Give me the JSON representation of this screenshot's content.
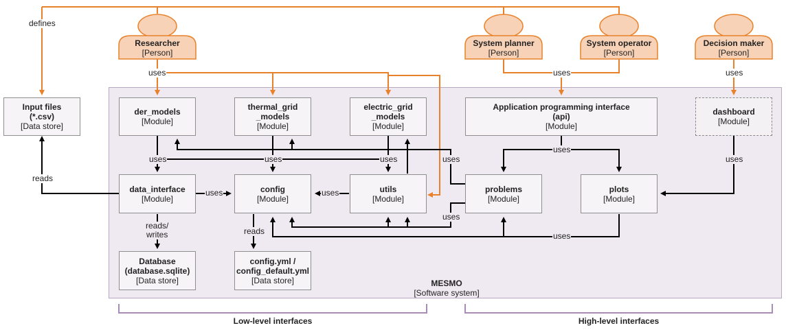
{
  "persons": {
    "researcher": {
      "name": "Researcher",
      "type": "[Person]"
    },
    "system_planner": {
      "name": "System planner",
      "type": "[Person]"
    },
    "system_operator": {
      "name": "System operator",
      "type": "[Person]"
    },
    "decision_maker": {
      "name": "Decision maker",
      "type": "[Person]"
    }
  },
  "boxes": {
    "input_files": {
      "name": "Input files\n(*.csv)",
      "type": "[Data store]"
    },
    "der_models": {
      "name": "der_models",
      "type": "[Module]"
    },
    "thermal_grid_models": {
      "name": "thermal_grid\n_models",
      "type": "[Module]"
    },
    "electric_grid_models": {
      "name": "electric_grid\n_models",
      "type": "[Module]"
    },
    "api": {
      "name": "Application programming interface\n(api)",
      "type": "[Module]"
    },
    "dashboard": {
      "name": "dashboard",
      "type": "[Module]"
    },
    "data_interface": {
      "name": "data_interface",
      "type": "[Module]"
    },
    "config": {
      "name": "config",
      "type": "[Module]"
    },
    "utils": {
      "name": "utils",
      "type": "[Module]"
    },
    "problems": {
      "name": "problems",
      "type": "[Module]"
    },
    "plots": {
      "name": "plots",
      "type": "[Module]"
    },
    "database": {
      "name": "Database\n(database.sqlite)",
      "type": "[Data store]"
    },
    "config_yml": {
      "name": "config.yml /\nconfig_default.yml",
      "type": "[Data store]"
    }
  },
  "system": {
    "name": "MESMO",
    "type": "[Software system]"
  },
  "labels": {
    "defines": "defines",
    "uses": "uses",
    "reads": "reads",
    "reads_writes": "reads/\nwrites"
  },
  "groups": {
    "low_level": "Low-level interfaces",
    "high_level": "High-level interfaces"
  },
  "colors": {
    "person_fill": "#f8d2b6",
    "person_stroke": "#e8812a",
    "orange_line": "#e8812a",
    "black_line": "#000000",
    "system_fill": "#efe9f1",
    "brace": "#a98bb7"
  }
}
